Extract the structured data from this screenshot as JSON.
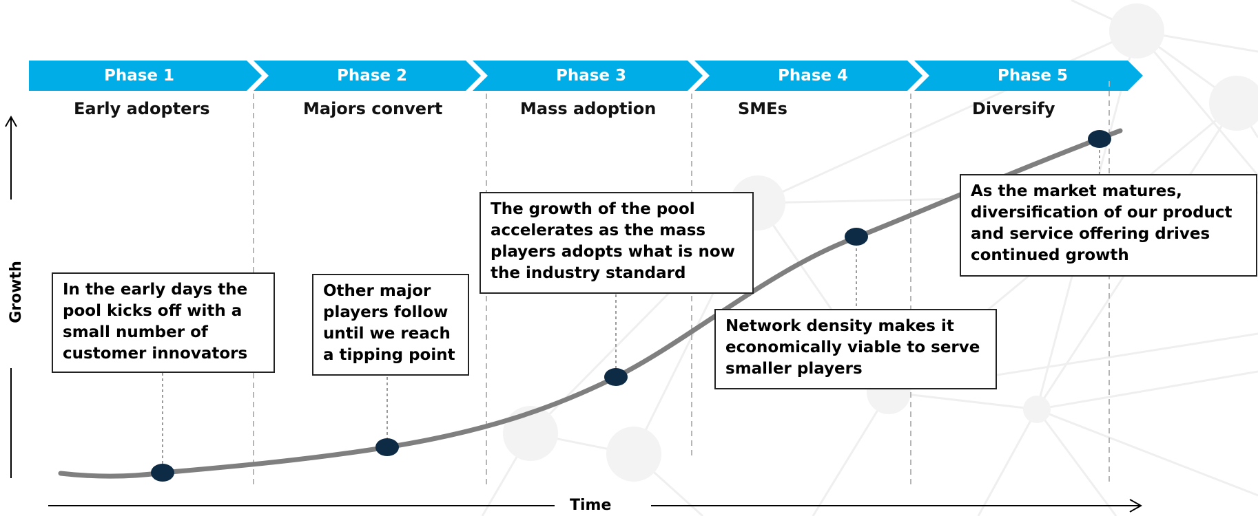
{
  "phases": [
    {
      "label": "Phase 1",
      "subtitle": "Early adopters"
    },
    {
      "label": "Phase 2",
      "subtitle": "Majors convert"
    },
    {
      "label": "Phase 3",
      "subtitle": "Mass adoption"
    },
    {
      "label": "Phase 4",
      "subtitle": "SMEs"
    },
    {
      "label": "Phase 5",
      "subtitle": "Diversify"
    }
  ],
  "notes": [
    "In the early days the pool kicks off with a small number of customer innovators",
    "Other major players follow until we reach a tipping point",
    "The growth of the pool accelerates as the mass players adopts what is now the industry standard",
    "Network density makes it economically viable to serve smaller players",
    "As the market matures, diversification of our product and service offering drives continued growth"
  ],
  "axes": {
    "x_label": "Time",
    "y_label": "Growth"
  },
  "colors": {
    "phase_band": "#00ADE6",
    "curve": "#7f7f7f",
    "dot": "#0d2b45",
    "network": "#f0f0f0"
  }
}
